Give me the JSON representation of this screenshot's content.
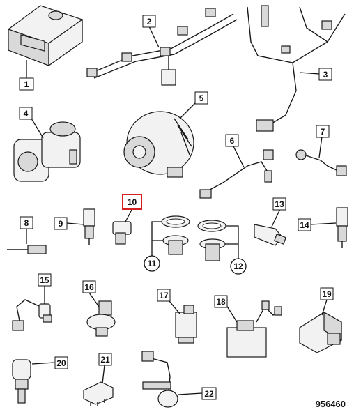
{
  "callouts": {
    "c1": "1",
    "c2": "2",
    "c3": "3",
    "c4": "4",
    "c5": "5",
    "c6": "6",
    "c7": "7",
    "c8": "8",
    "c9": "9",
    "c10": "10",
    "c11": "11",
    "c12": "12",
    "c13": "13",
    "c14": "14",
    "c15": "15",
    "c16": "16",
    "c17": "17",
    "c18": "18",
    "c19": "19",
    "c20": "20",
    "c21": "21",
    "c22": "22"
  },
  "figure_ref": "956460",
  "highlight_color": "#d62020"
}
